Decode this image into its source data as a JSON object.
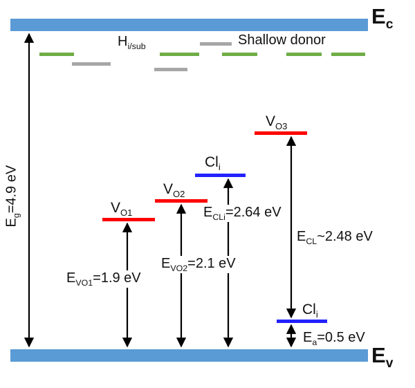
{
  "colors": {
    "band_blue": "#5b9bd5",
    "level_red": "#ff0000",
    "level_blue": "#2222ff",
    "donor_green": "#70ad47",
    "donor_gray": "#a6a6a6",
    "arrow_black": "#000000"
  },
  "bands": {
    "conduction": {
      "main": "E",
      "sub": "c"
    },
    "valence": {
      "main": "E",
      "sub": "v"
    }
  },
  "donors": {
    "h_label": {
      "main": "H",
      "sub": "i/sub"
    },
    "shallow_donor": "Shallow donor"
  },
  "levels": {
    "vo1": {
      "main": "V",
      "sub": "O1"
    },
    "vo2": {
      "main": "V",
      "sub": "O2"
    },
    "vo3": {
      "main": "V",
      "sub": "O3"
    },
    "cli_mid": {
      "main": "Cl",
      "sub": "i"
    },
    "cli_low": {
      "main": "Cl",
      "sub": "i"
    }
  },
  "energies": {
    "eg": {
      "pre": "E",
      "sub": "g",
      "post": "=4.9 eV",
      "value_eV": 4.9
    },
    "evo1": {
      "pre": "E",
      "sub": "VO1",
      "post": "=1.9 eV",
      "value_eV": 1.9
    },
    "evo2": {
      "pre": "E",
      "sub": "VO2",
      "post": "=2.1 eV",
      "value_eV": 2.1
    },
    "ecli": {
      "pre": "E",
      "sub": "CLi",
      "post": "=2.64 eV",
      "value_eV": 2.64
    },
    "ecl": {
      "pre": "E",
      "sub": "CL",
      "post": "~2.48 eV",
      "value_eV": 2.48
    },
    "ea": {
      "pre": "E",
      "sub": "a",
      "post": "=0.5 eV",
      "value_eV": 0.5
    }
  }
}
